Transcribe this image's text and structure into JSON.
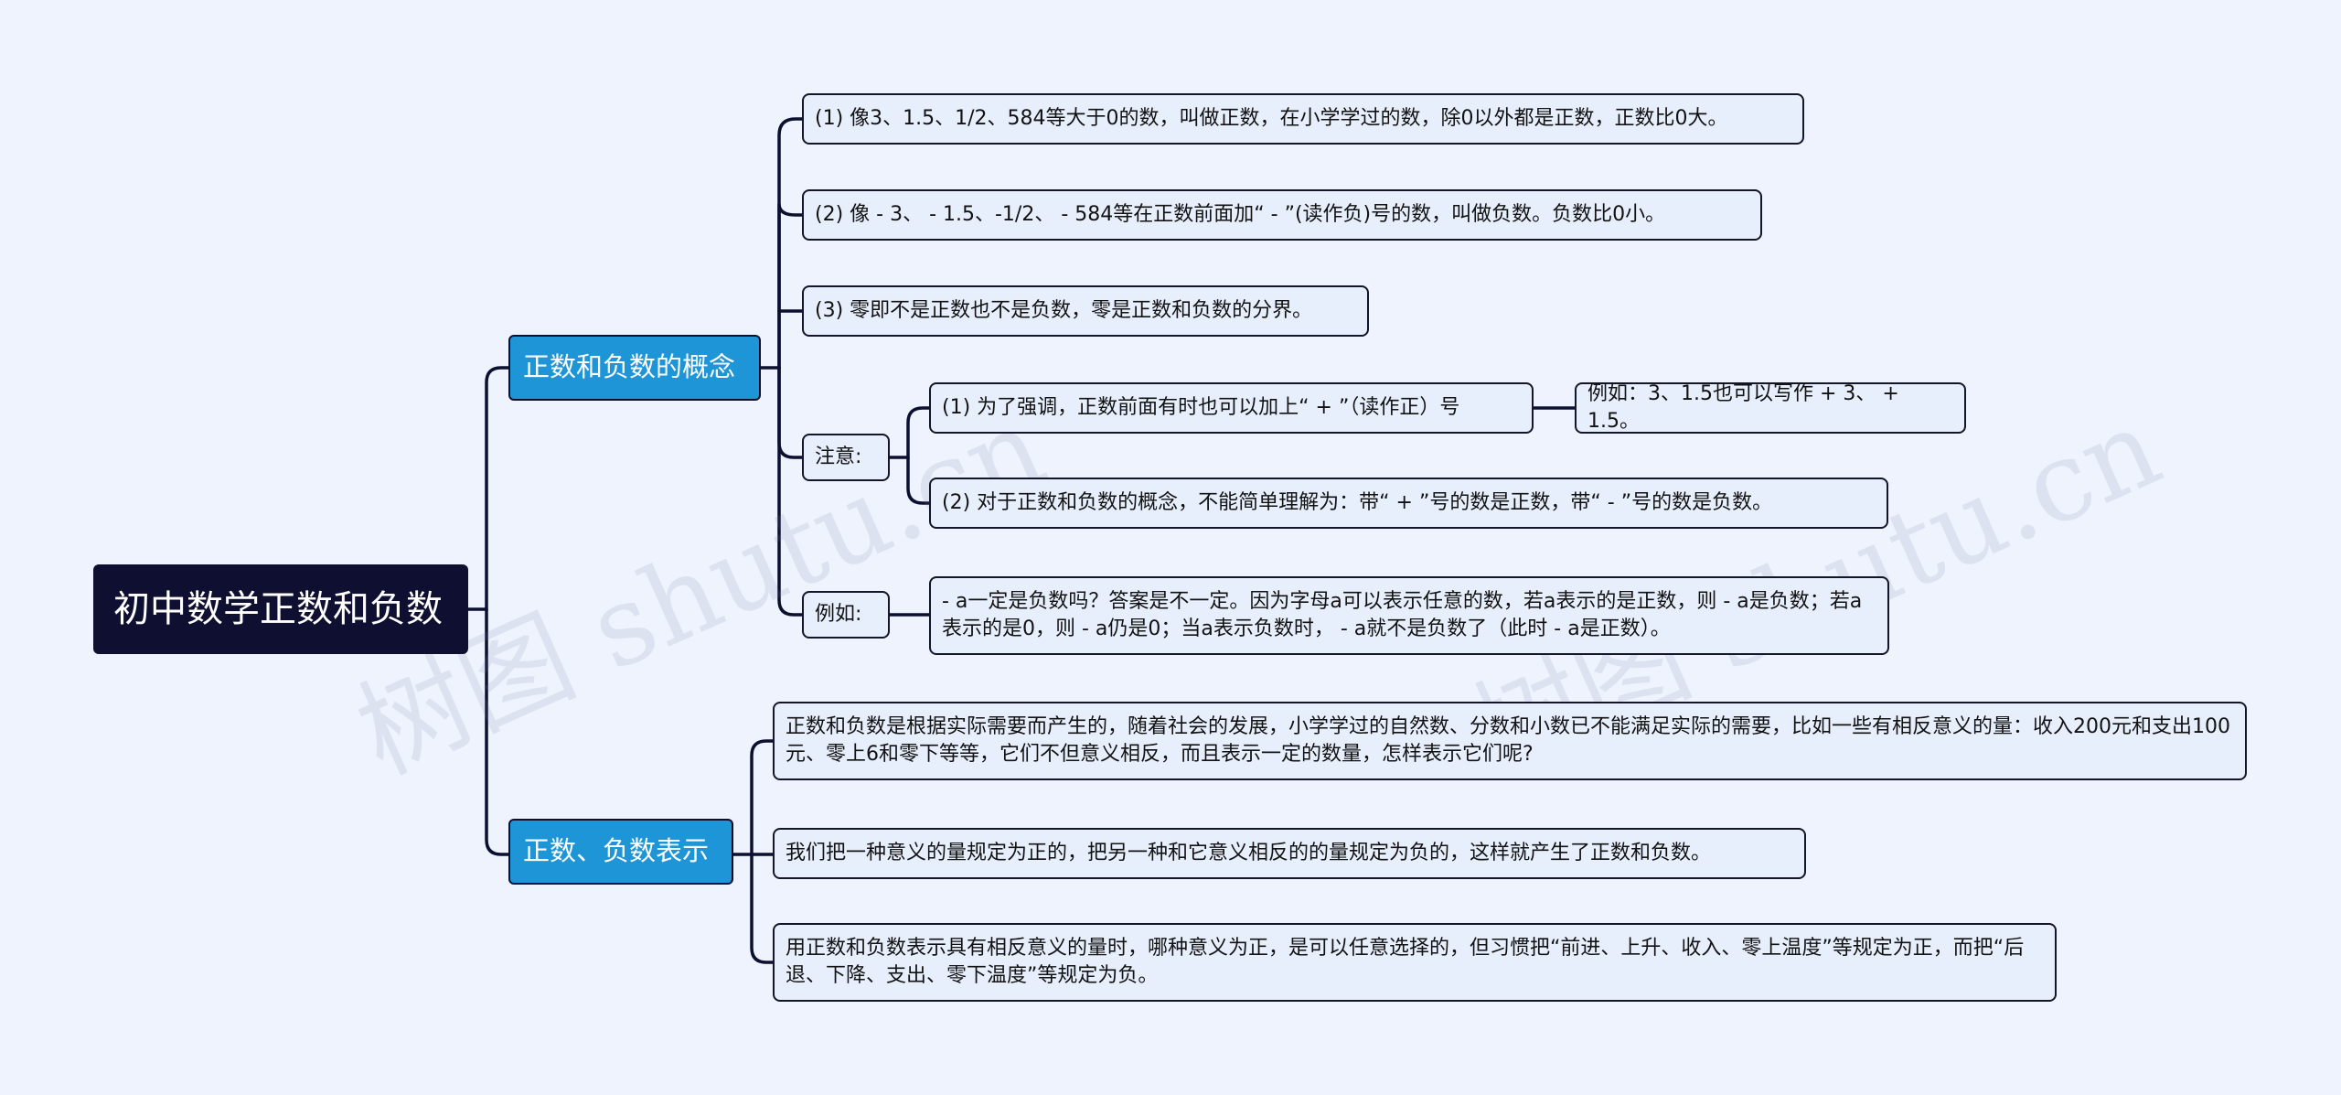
{
  "root": {
    "title": "初中数学正数和负数"
  },
  "branches": [
    {
      "title": "正数和负数的概念",
      "items": [
        "(1) 像3、1.5、1/2、584等大于0的数，叫做正数，在小学学过的数，除0以外都是正数，正数比0大。",
        "(2) 像 - 3、 - 1.5、-1/2、 - 584等在正数前面加“ - ”(读作负)号的数，叫做负数。负数比0小。",
        "(3) 零即不是正数也不是负数，零是正数和负数的分界。"
      ],
      "note": {
        "label": "注意:",
        "items": [
          "(1) 为了强调，正数前面有时也可以加上“ + ”（读作正）号",
          "(2) 对于正数和负数的概念，不能简单理解为：带“ + ”号的数是正数，带“ - ”号的数是负数。"
        ],
        "example": "例如：3、1.5也可以写作 + 3、 + 1.5。"
      },
      "example": {
        "label": "例如:",
        "text": " - a一定是负数吗？答案是不一定。因为字母a可以表示任意的数，若a表示的是正数，则 - a是负数；若a表示的是0，则 - a仍是0；当a表示负数时， - a就不是负数了（此时 - a是正数）。"
      }
    },
    {
      "title": "正数、负数表示",
      "items": [
        "正数和负数是根据实际需要而产生的，随着社会的发展，小学学过的自然数、分数和小数已不能满足实际的需要，比如一些有相反意义的量：收入200元和支出100元、零上6和零下等等，它们不但意义相反，而且表示一定的数量，怎样表示它们呢?",
        "我们把一种意义的量规定为正的，把另一种和它意义相反的的量规定为负的，这样就产生了正数和负数。",
        "用正数和负数表示具有相反意义的量时，哪种意义为正，是可以任意选择的，但习惯把“前进、上升、收入、零上温度”等规定为正，而把“后退、下降、支出、零下温度”等规定为负。"
      ]
    }
  ],
  "watermark": "树图 shutu.cn"
}
